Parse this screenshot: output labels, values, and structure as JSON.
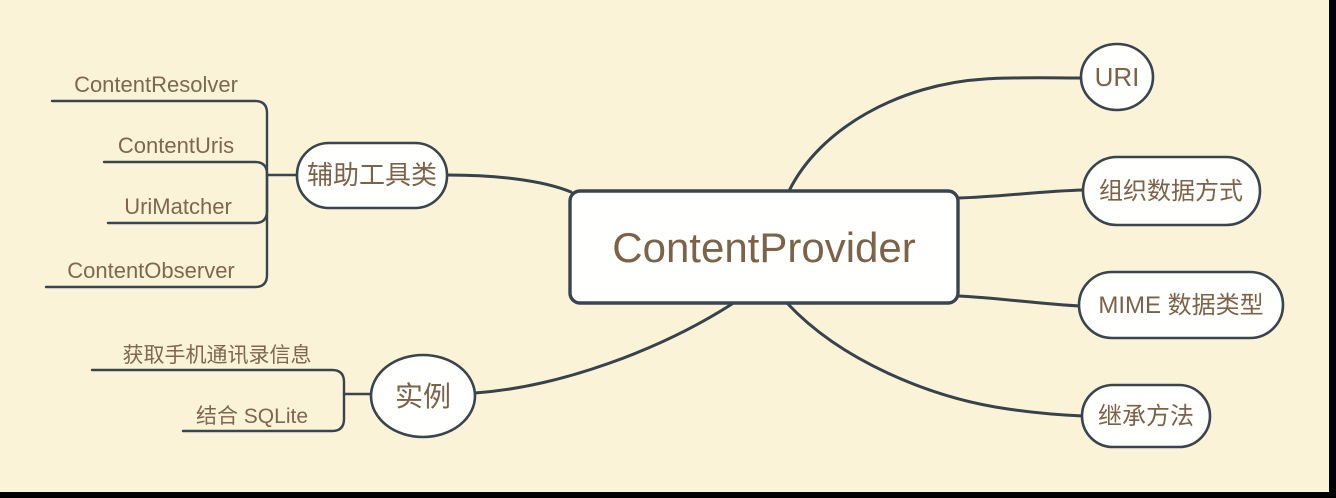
{
  "map": {
    "root": {
      "label": "ContentProvider"
    },
    "left": [
      {
        "label": "辅助工具类",
        "children": [
          {
            "label": "ContentResolver"
          },
          {
            "label": "ContentUris"
          },
          {
            "label": "UriMatcher"
          },
          {
            "label": "ContentObserver"
          }
        ]
      },
      {
        "label": "实例",
        "children": [
          {
            "label": "获取手机通讯录信息"
          },
          {
            "label": "结合 SQLite"
          }
        ]
      }
    ],
    "right": [
      {
        "label": "URI"
      },
      {
        "label": "组织数据方式"
      },
      {
        "label": "MIME 数据类型"
      },
      {
        "label": "继承方法"
      }
    ]
  },
  "colors": {
    "background": "#faf3d7",
    "node_fill": "#fffffd",
    "line": "#37424c",
    "text_brown": "#7b6249",
    "edge_bars": "#000000"
  }
}
